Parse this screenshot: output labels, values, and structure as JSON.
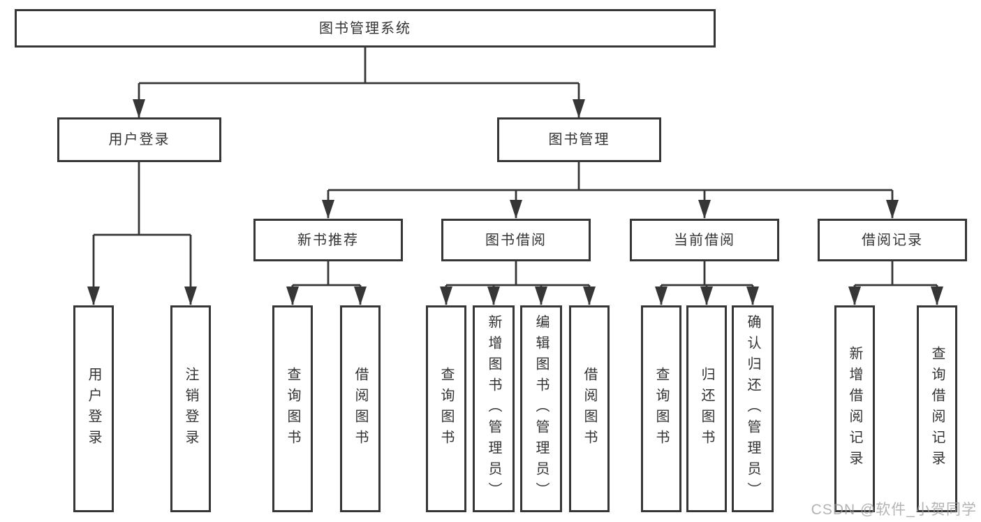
{
  "tree": {
    "label": "图书管理系统",
    "children": [
      {
        "label": "用户登录",
        "children": [
          {
            "label": "用户登录"
          },
          {
            "label": "注销登录"
          }
        ]
      },
      {
        "label": "图书管理",
        "children": [
          {
            "label": "新书推荐",
            "children": [
              {
                "label": "查询图书"
              },
              {
                "label": "借阅图书"
              }
            ]
          },
          {
            "label": "图书借阅",
            "children": [
              {
                "label": "查询图书"
              },
              {
                "label": "新增图书（管理员）"
              },
              {
                "label": "编辑图书（管理员）"
              },
              {
                "label": "借阅图书"
              }
            ]
          },
          {
            "label": "当前借阅",
            "children": [
              {
                "label": "查询图书"
              },
              {
                "label": "归还图书"
              },
              {
                "label": "确认归还（管理员）"
              }
            ]
          },
          {
            "label": "借阅记录",
            "children": [
              {
                "label": "新增借阅记录"
              },
              {
                "label": "查询借阅记录"
              }
            ]
          }
        ]
      }
    ]
  },
  "watermark": "CSDN @软件_小贺同学",
  "colors": {
    "line": "#363636",
    "box_border": "#363636",
    "text": "#333333",
    "background": "#ffffff",
    "watermark": "#9a9a9a"
  }
}
